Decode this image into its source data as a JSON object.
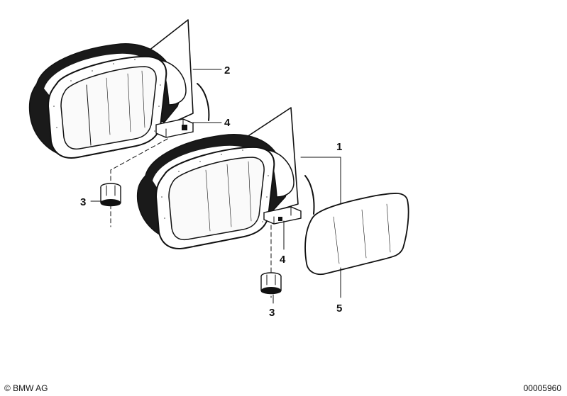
{
  "callouts": {
    "c2": "2",
    "c4_top": "4",
    "c1": "1",
    "c3_left": "3",
    "c4_bottom": "4",
    "c3_bottom": "3",
    "c5": "5"
  },
  "footer": {
    "copyright": "© BMW AG",
    "document_number": "00005960"
  }
}
